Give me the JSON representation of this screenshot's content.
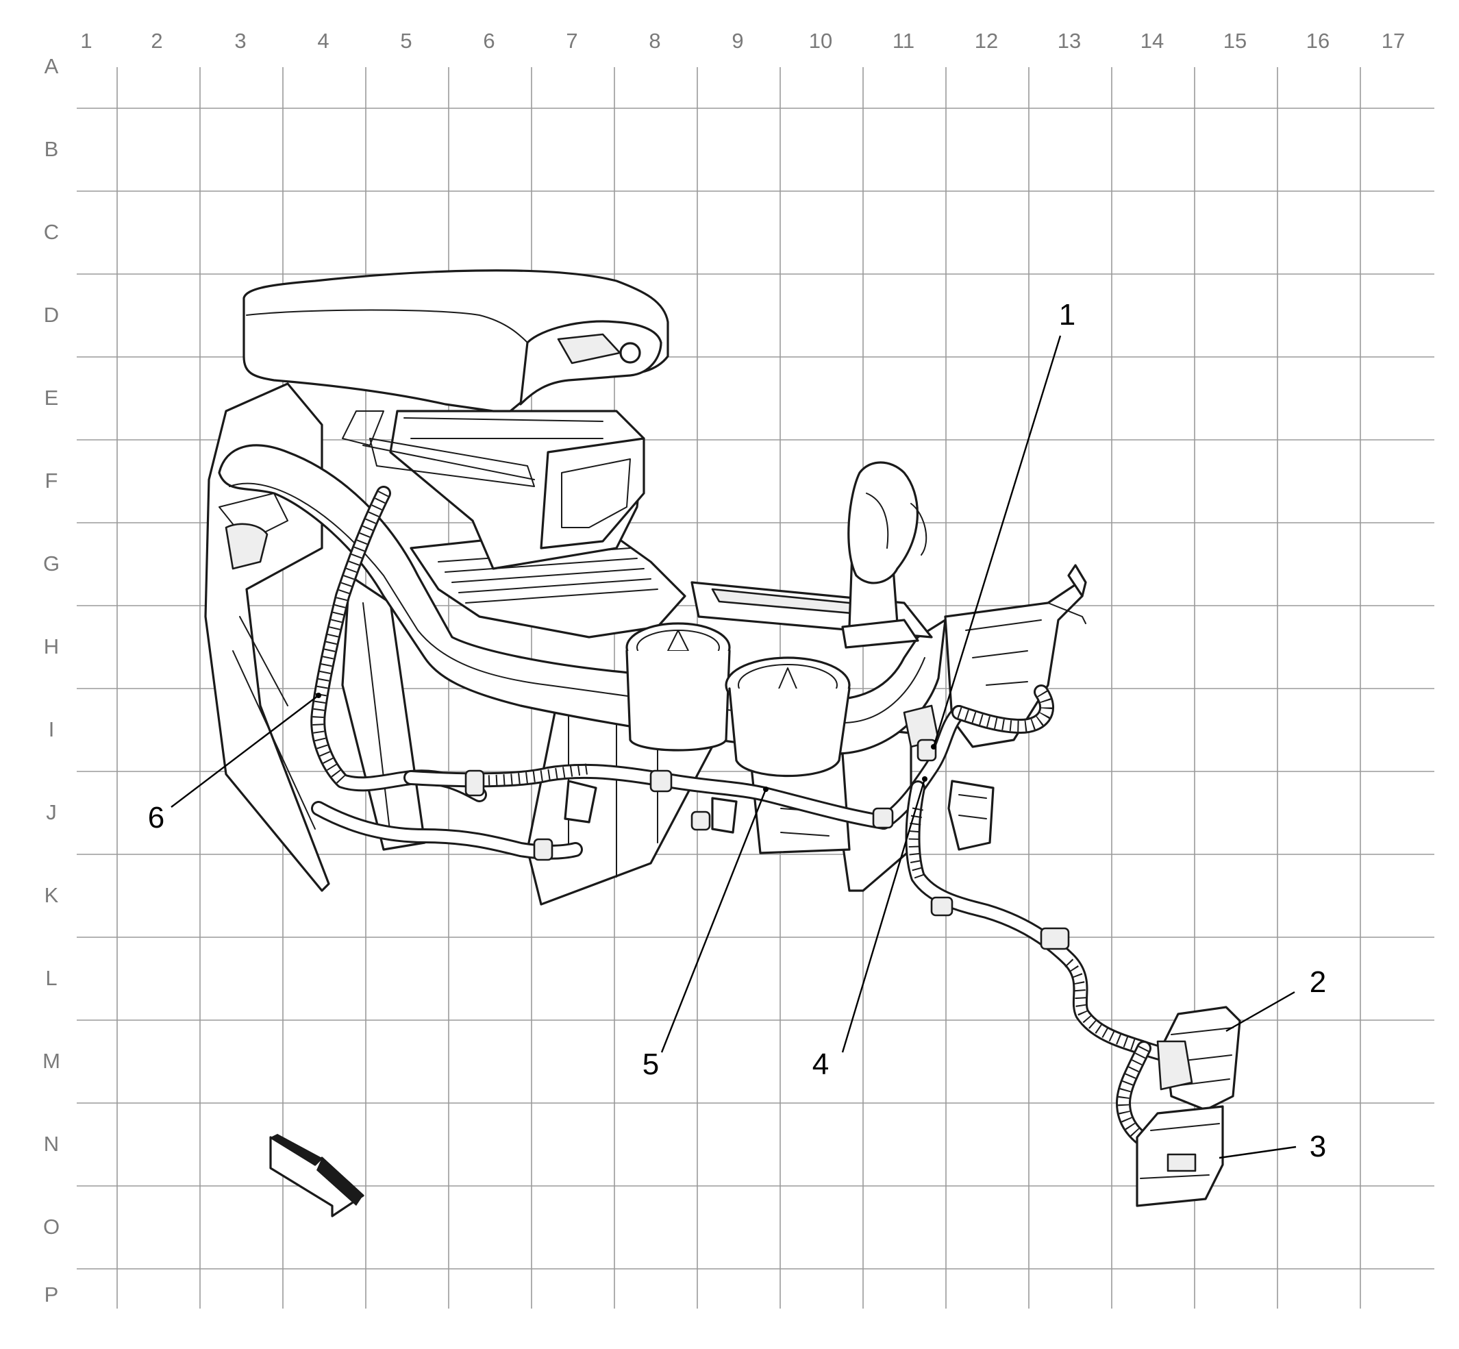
{
  "grid": {
    "columns": [
      "1",
      "2",
      "3",
      "4",
      "5",
      "6",
      "7",
      "8",
      "9",
      "10",
      "11",
      "12",
      "13",
      "14",
      "15",
      "16",
      "17"
    ],
    "rows": [
      "A",
      "B",
      "C",
      "D",
      "E",
      "F",
      "G",
      "H",
      "I",
      "J",
      "K",
      "L",
      "M",
      "N",
      "O",
      "P"
    ]
  },
  "callouts": [
    {
      "id": "1",
      "label": "1"
    },
    {
      "id": "2",
      "label": "2"
    },
    {
      "id": "3",
      "label": "3"
    },
    {
      "id": "4",
      "label": "4"
    },
    {
      "id": "5",
      "label": "5"
    },
    {
      "id": "6",
      "label": "6"
    }
  ],
  "icons": {
    "direction": "direction-arrow-icon"
  }
}
